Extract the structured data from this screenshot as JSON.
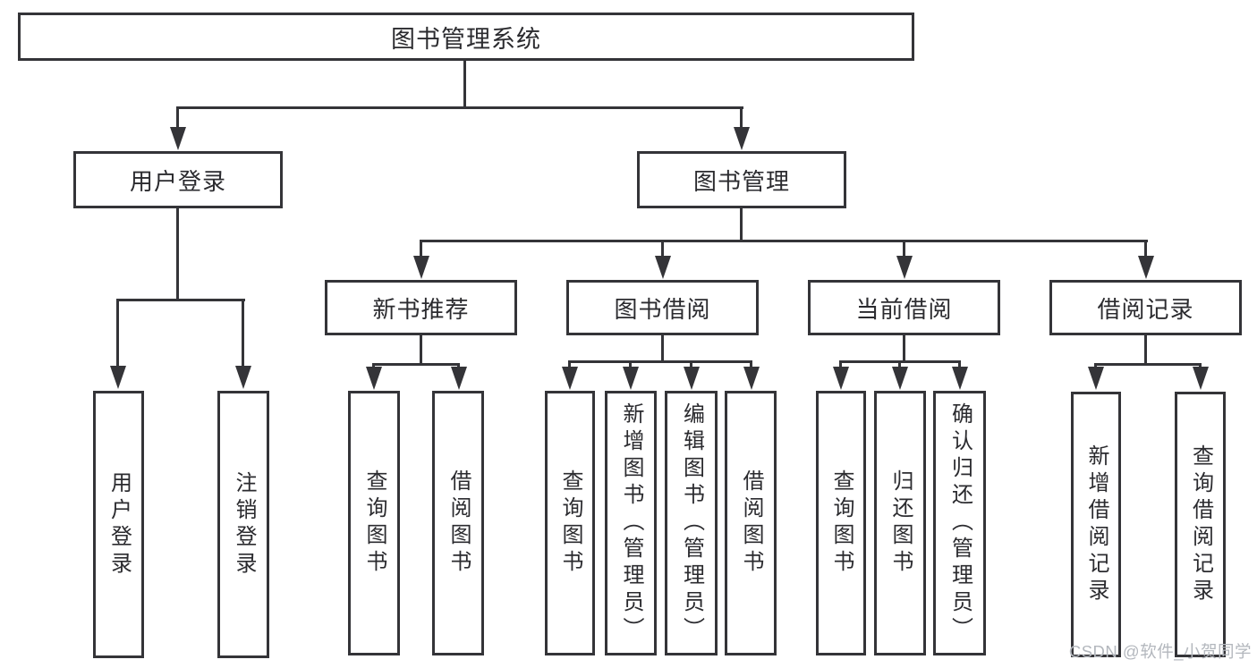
{
  "diagram": {
    "root": {
      "label": "图书管理系统",
      "children": [
        {
          "label": "用户登录",
          "children": [
            {
              "label": "用户登录"
            },
            {
              "label": "注销登录"
            }
          ]
        },
        {
          "label": "图书管理",
          "children": [
            {
              "label": "新书推荐",
              "children": [
                {
                  "label": "查询图书"
                },
                {
                  "label": "借阅图书"
                }
              ]
            },
            {
              "label": "图书借阅",
              "children": [
                {
                  "label": "查询图书"
                },
                {
                  "label": "新增图书（管理员）"
                },
                {
                  "label": "编辑图书（管理员）"
                },
                {
                  "label": "借阅图书"
                }
              ]
            },
            {
              "label": "当前借阅",
              "children": [
                {
                  "label": "查询图书"
                },
                {
                  "label": "归还图书"
                },
                {
                  "label": "确认归还（管理员）"
                }
              ]
            },
            {
              "label": "借阅记录",
              "children": [
                {
                  "label": "新增借阅记录"
                },
                {
                  "label": "查询借阅记录"
                }
              ]
            }
          ]
        }
      ]
    }
  },
  "watermark": "CSDN @软件_小贺同学",
  "colors": {
    "line": "#343438",
    "box_border": "#343438",
    "text": "#2b2b2f",
    "watermark": "#b3b7bd",
    "background": "#ffffff"
  }
}
